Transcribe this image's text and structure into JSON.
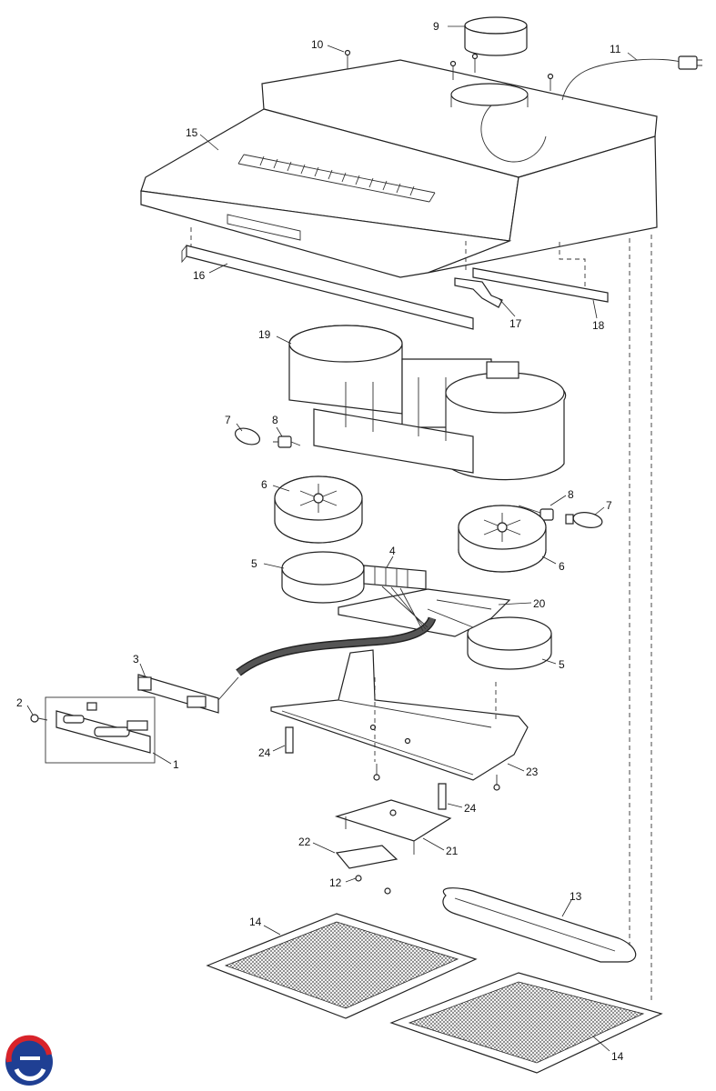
{
  "brand": {
    "colors": {
      "blue": "#1f3f93",
      "red": "#d8232a"
    }
  },
  "callouts": [
    {
      "id": "c1",
      "text": "1"
    },
    {
      "id": "c2",
      "text": "2"
    },
    {
      "id": "c3",
      "text": "3"
    },
    {
      "id": "c4",
      "text": "4"
    },
    {
      "id": "c5a",
      "text": "5"
    },
    {
      "id": "c5b",
      "text": "5"
    },
    {
      "id": "c6a",
      "text": "6"
    },
    {
      "id": "c6b",
      "text": "6"
    },
    {
      "id": "c7a",
      "text": "7"
    },
    {
      "id": "c7b",
      "text": "7"
    },
    {
      "id": "c8a",
      "text": "8"
    },
    {
      "id": "c8b",
      "text": "8"
    },
    {
      "id": "c9",
      "text": "9"
    },
    {
      "id": "c10",
      "text": "10"
    },
    {
      "id": "c11",
      "text": "11"
    },
    {
      "id": "c12",
      "text": "12"
    },
    {
      "id": "c13",
      "text": "13"
    },
    {
      "id": "c14a",
      "text": "14"
    },
    {
      "id": "c14b",
      "text": "14"
    },
    {
      "id": "c15",
      "text": "15"
    },
    {
      "id": "c16",
      "text": "16"
    },
    {
      "id": "c17",
      "text": "17"
    },
    {
      "id": "c18",
      "text": "18"
    },
    {
      "id": "c19",
      "text": "19"
    },
    {
      "id": "c20",
      "text": "20"
    },
    {
      "id": "c21",
      "text": "21"
    },
    {
      "id": "c22",
      "text": "22"
    },
    {
      "id": "c23",
      "text": "23"
    },
    {
      "id": "c24a",
      "text": "24"
    },
    {
      "id": "c24b",
      "text": "24"
    }
  ]
}
